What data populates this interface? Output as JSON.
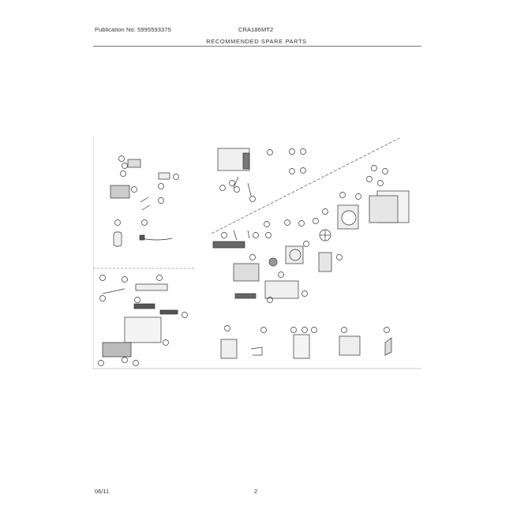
{
  "header": {
    "publication": "Publication No: 5995593375",
    "model": "CRA186MT2",
    "title": "RECOMMENDED SPARE PARTS"
  },
  "footer": {
    "date": "06/11",
    "page": "2"
  }
}
